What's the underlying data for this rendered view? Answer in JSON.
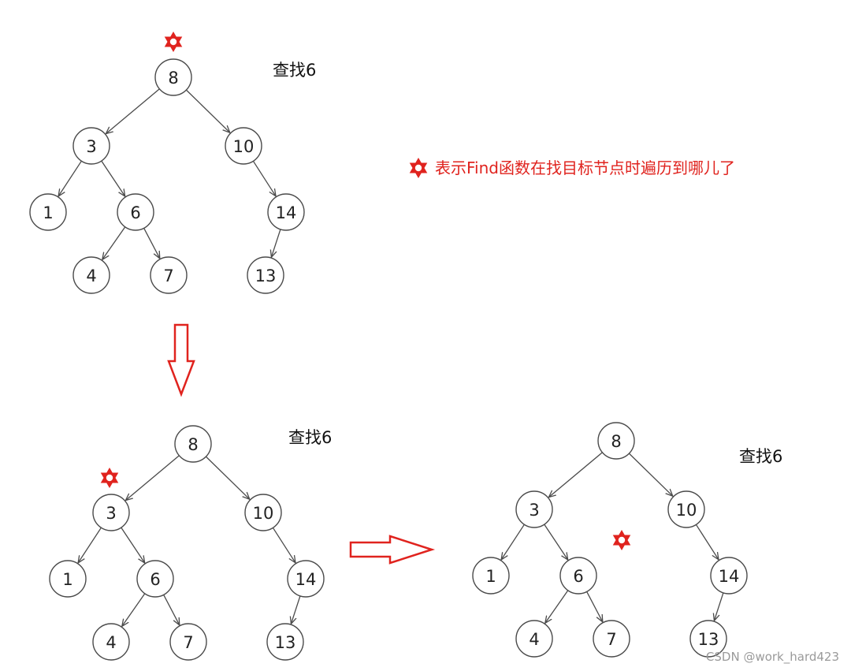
{
  "tree": {
    "nodes": [
      {
        "id": "n8",
        "label": "8"
      },
      {
        "id": "n3",
        "label": "3"
      },
      {
        "id": "n10",
        "label": "10"
      },
      {
        "id": "n1",
        "label": "1"
      },
      {
        "id": "n6",
        "label": "6"
      },
      {
        "id": "n14",
        "label": "14"
      },
      {
        "id": "n4",
        "label": "4"
      },
      {
        "id": "n7",
        "label": "7"
      },
      {
        "id": "n13",
        "label": "13"
      }
    ],
    "edges": [
      [
        "n8",
        "n3"
      ],
      [
        "n8",
        "n10"
      ],
      [
        "n3",
        "n1"
      ],
      [
        "n3",
        "n6"
      ],
      [
        "n10",
        "n14"
      ],
      [
        "n6",
        "n4"
      ],
      [
        "n6",
        "n7"
      ],
      [
        "n14",
        "n13"
      ]
    ]
  },
  "panels": [
    {
      "name": "step-1",
      "caption": "查找6",
      "marker_at": "n8"
    },
    {
      "name": "step-2",
      "caption": "查找6",
      "marker_at": "n3"
    },
    {
      "name": "step-3",
      "caption": "查找6",
      "marker_at": "n6"
    }
  ],
  "legend": {
    "text": "表示Find函数在找目标节点时遍历到哪儿了",
    "color": "#e0231e"
  },
  "marker": {
    "icon": "star-of-david-icon",
    "color": "#e0231e"
  },
  "arrow_color": "#e0231e",
  "watermark": "CSDN @work_hard423"
}
